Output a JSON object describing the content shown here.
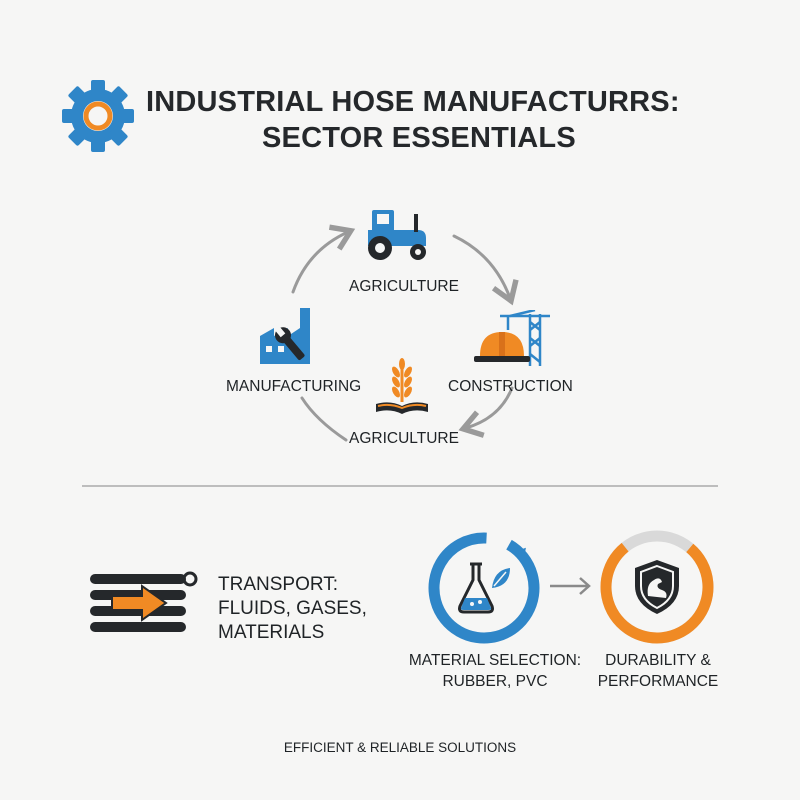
{
  "title": {
    "line1": "INDUSTRIAL HOSE MANUFACTURRS:",
    "line2": "SECTOR ESSENTIALS"
  },
  "cycle": {
    "top_label": "AGRICULTURE",
    "left_label": "MANUFACTURING",
    "right_label": "CONSTRUCTION",
    "bottom_label": "AGRICULTURE"
  },
  "transport": {
    "line1": "TRANSPORT:",
    "line2": "FLUIDS, GASES,",
    "line3": "MATERIALS"
  },
  "material": {
    "line1": "MATERIAL SELECTION:",
    "line2": "RUBBER, PVC"
  },
  "durability": {
    "line1": "DURABILITY &",
    "line2": "PERFORMANCE"
  },
  "footer": "EFFICIENT & RELIABLE SOLUTIONS",
  "colors": {
    "blue": "#2f86c8",
    "orange": "#f08a24",
    "dark": "#25282b",
    "gray": "#9a9a9a"
  },
  "icons": [
    "gear-icon",
    "tractor-icon",
    "factory-wrench-icon",
    "crane-hardhat-icon",
    "wheat-book-icon",
    "hose-arrow-icon",
    "flask-leaf-icon",
    "shield-strength-icon"
  ]
}
